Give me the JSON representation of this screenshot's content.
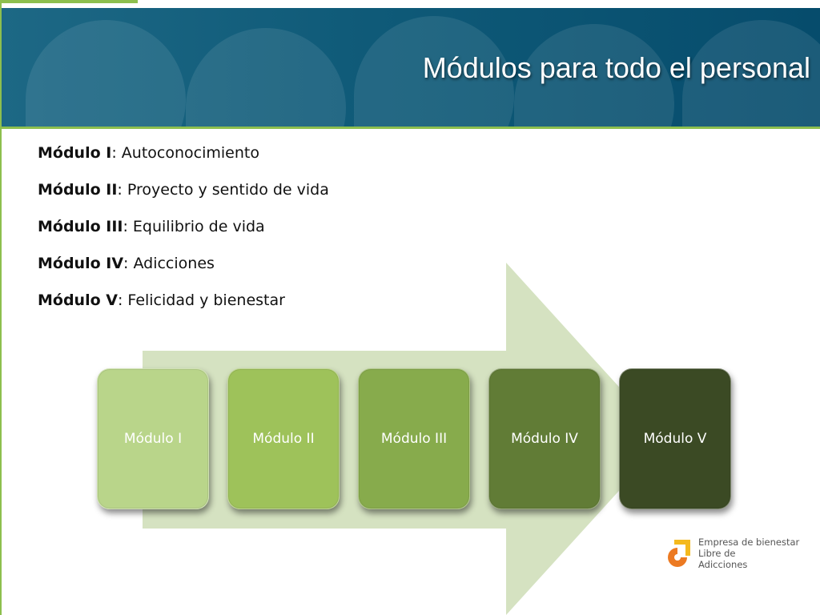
{
  "slide": {
    "title": "Módulos para todo el personal"
  },
  "modules_list": [
    {
      "name": "Módulo I",
      "description": ": Autoconocimiento"
    },
    {
      "name": "Módulo II",
      "description": ": Proyecto y sentido de vida"
    },
    {
      "name": "Módulo III",
      "description": ": Equilibrio de vida"
    },
    {
      "name": "Módulo IV",
      "description": ": Adicciones"
    },
    {
      "name": "Módulo V",
      "description": ": Felicidad y bienestar"
    }
  ],
  "process": {
    "steps": [
      {
        "label": "Módulo I",
        "color": "#b9d58a"
      },
      {
        "label": "Módulo II",
        "color": "#9ec25a"
      },
      {
        "label": "Módulo III",
        "color": "#87ab4c"
      },
      {
        "label": "Módulo IV",
        "color": "#617c36"
      },
      {
        "label": "Módulo V",
        "color": "#3b4a24"
      }
    ],
    "arrow_color": "#d5e2c1"
  },
  "logo": {
    "text": "Empresa de bienestar\nLibre de\nAdicciones",
    "colors": {
      "orange": "#ec7a22",
      "yellow": "#f4b91d"
    }
  },
  "colors": {
    "header": "#0b5676",
    "accent": "#8dbf4e"
  }
}
